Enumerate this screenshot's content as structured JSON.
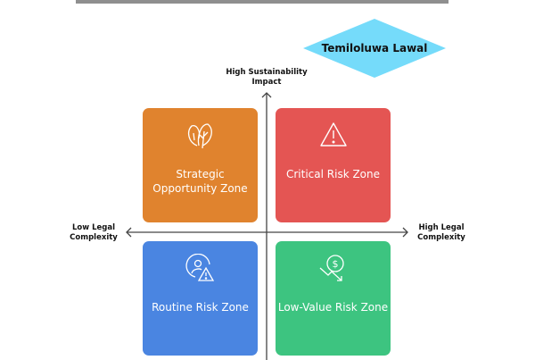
{
  "title": "Temiloluwa Lawal",
  "axes": {
    "top": "High Sustainability Impact",
    "left": "Low Legal Complexity",
    "right": "High Legal Complexity"
  },
  "quadrants": [
    {
      "label": "Strategic Opportunity Zone",
      "icon": "leaves-icon",
      "color": "#E0832E"
    },
    {
      "label": "Critical Risk Zone",
      "icon": "warning-triangle-icon",
      "color": "#E45553"
    },
    {
      "label": "Routine Risk Zone",
      "icon": "user-alert-icon",
      "color": "#4A85E1"
    },
    {
      "label": "Low-Value Risk Zone",
      "icon": "dollar-decline-icon",
      "color": "#3DC480"
    }
  ]
}
